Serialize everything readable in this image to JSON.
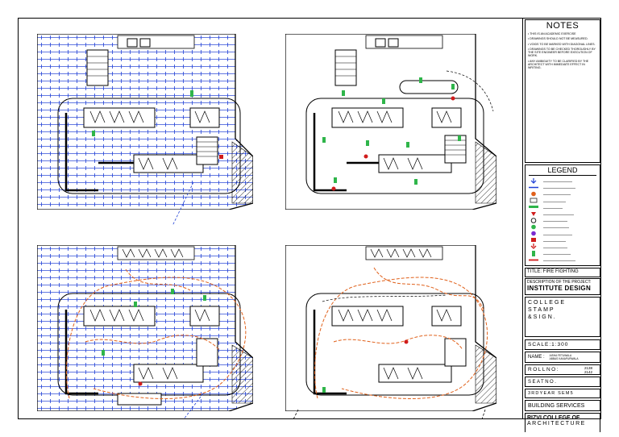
{
  "notes": {
    "title": "NOTES",
    "items": [
      "• THIS IS AN ACADEMIC EXERCISE",
      "• DRAWINGS SHOULD NOT BE MEASURED.",
      "• VOIDS TO BE MARKED WITH DIAGONAL LINES.",
      "• DRAWINGS TO BE CHECKED THOROUGHLY BY THE SITE ENGINEER BEFORE EXECUTION OF WORK.",
      "• ANY AMBIGUITY TO BE CLARIFIED BY THE ARCHITECT WITH IMMEDIATE EFFECT IN WRITING."
    ]
  },
  "legend": {
    "title": "LEGEND",
    "symbols": [
      {
        "icon": "sprinkler-arrow-icon",
        "color": "#1f3fd6"
      },
      {
        "icon": "pipe-line-icon",
        "color": "#1f3fd6"
      },
      {
        "icon": "smoke-detector-icon",
        "color": "#e0601a"
      },
      {
        "icon": "hose-reel-icon",
        "color": "#222222"
      },
      {
        "icon": "extinguisher-bar-icon",
        "color": "#2fb54a"
      },
      {
        "icon": "fire-alarm-icon",
        "color": "#d01c1c"
      },
      {
        "icon": "hydrant-icon",
        "color": "#222222"
      },
      {
        "icon": "valve-icon",
        "color": "#2fb54a"
      },
      {
        "icon": "pump-icon",
        "color": "#7a2bd1"
      },
      {
        "icon": "siamese-connection-icon",
        "color": "#d01c1c"
      },
      {
        "icon": "exit-arrow-icon",
        "color": "#d01c1c"
      },
      {
        "icon": "riser-icon",
        "color": "#2fb54a"
      },
      {
        "icon": "drain-icon",
        "color": "#d01c1c"
      },
      {
        "icon": "escape-route-icon",
        "color": "#e0601a"
      },
      {
        "icon": "panel-box-icon",
        "color": "#222222"
      }
    ]
  },
  "title_block": {
    "title": "TITLE: FIRE FIGHTING",
    "description_label": "DESCRIPTION OF THE PROJECT:",
    "project": "INSTITUTE DESIGN",
    "stamp": "COLLEGE STAMP &SIGN.",
    "scale": "SCALE:1:300",
    "name_label": "NAME :",
    "name_1": "AISHA FETUWALA",
    "name_2": "ABBAS KANAPURWALA",
    "roll_label": "ROLLNO:",
    "roll_1": "2138",
    "roll_2": "2142",
    "seat_label": "SEATNO.",
    "year": "3RDYEAR SEM5",
    "subject": "BUILDING SERVICES",
    "college_1": "RIZVI COLLEGE OF",
    "college_2": "ARCHITECTURE"
  },
  "colors": {
    "sprinkler": "#1f3fd6",
    "route": "#e0601a",
    "extinguisher": "#2fb54a",
    "alarm": "#d01c1c"
  }
}
